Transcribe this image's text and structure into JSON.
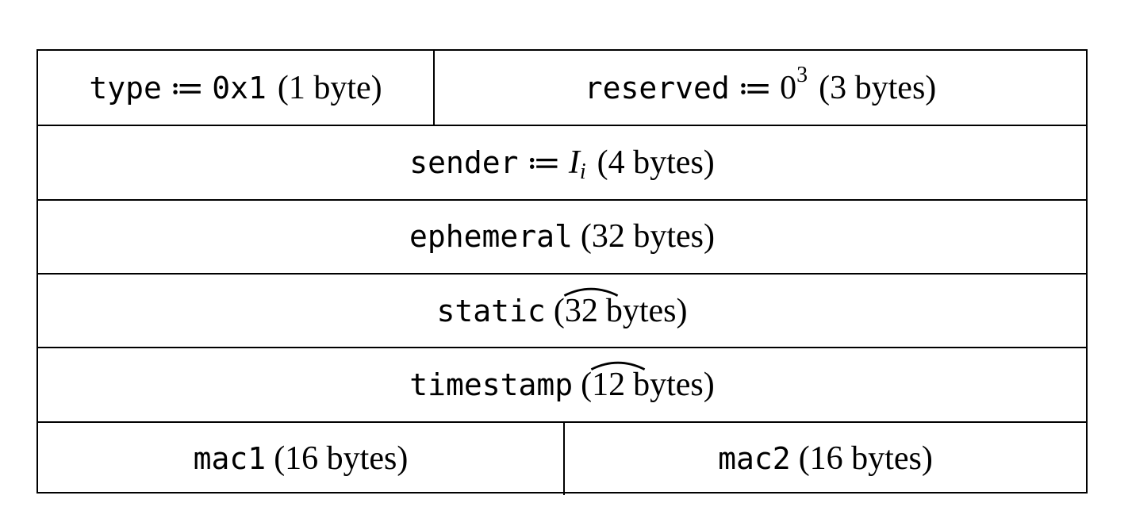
{
  "rows": [
    {
      "cells": [
        {
          "field": "type",
          "op": "≔",
          "value": "0x1",
          "size": "(1 byte)"
        },
        {
          "field": "reserved",
          "op": "≔",
          "value": "0",
          "sup": "3",
          "size": "(3 bytes)"
        }
      ]
    },
    {
      "cells": [
        {
          "field": "sender",
          "op": "≔",
          "value": "I",
          "sub": "i",
          "size": "(4 bytes)"
        }
      ]
    },
    {
      "cells": [
        {
          "field": "ephemeral",
          "size": "(32 bytes)"
        }
      ]
    },
    {
      "cells": [
        {
          "field": "static",
          "open": "(",
          "hat_num": "32",
          "size_word": "bytes)"
        }
      ]
    },
    {
      "cells": [
        {
          "field": "timestamp",
          "open": "(",
          "hat_num": "12",
          "size_word": "bytes)"
        }
      ]
    },
    {
      "cells": [
        {
          "field": "mac1",
          "size": "(16 bytes)"
        },
        {
          "field": "mac2",
          "size": "(16 bytes)"
        }
      ]
    }
  ]
}
